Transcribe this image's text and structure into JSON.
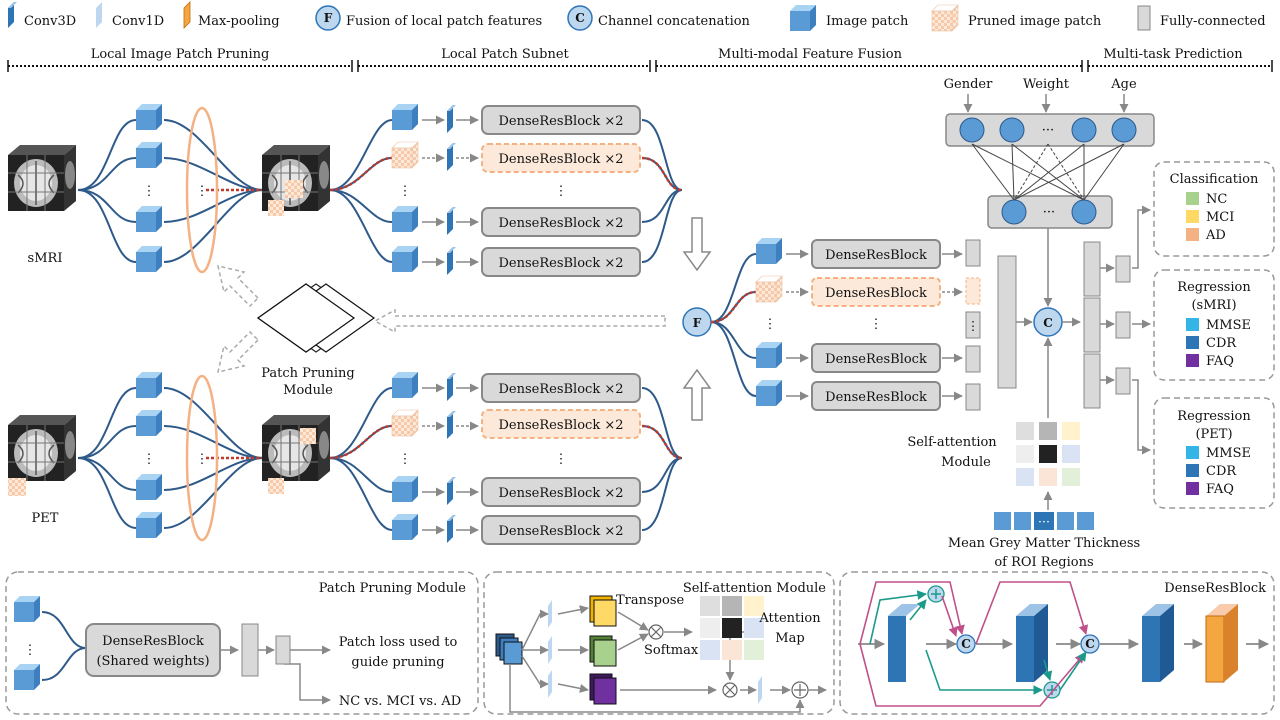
{
  "legend": {
    "conv3d": "Conv3D",
    "conv1d": "Conv1D",
    "maxpool": "Max-pooling",
    "fusion_symbol": "F",
    "fusion": "Fusion of local patch features",
    "concat_symbol": "C",
    "concat": "Channel concatenation",
    "image_patch": "Image patch",
    "pruned_patch": "Pruned image patch",
    "fc": "Fully-connected"
  },
  "sections": {
    "pruning": "Local Image Patch Pruning",
    "subnet": "Local Patch Subnet",
    "fusion": "Multi-modal Feature Fusion",
    "prediction": "Multi-task Prediction"
  },
  "modalities": {
    "smri": "sMRI",
    "pet": "PET"
  },
  "blocks": {
    "dense_x2": "DenseResBlock ×2",
    "dense": "DenseResBlock",
    "ellipsis": "⋮",
    "dots": "···"
  },
  "pruning_module": {
    "line1": "Patch Pruning",
    "line2": "Module"
  },
  "demographics": {
    "gender": "Gender",
    "weight": "Weight",
    "age": "Age"
  },
  "self_attention": {
    "line1": "Self-attention",
    "line2": "Module"
  },
  "roi": {
    "line1": "Mean Grey Matter Thickness",
    "line2": "of ROI Regions"
  },
  "outputs": {
    "classification": {
      "title": "Classification",
      "items": [
        "NC",
        "MCI",
        "AD"
      ]
    },
    "regression_smri": {
      "title": "Regression",
      "subtitle": "(sMRI)",
      "items": [
        "MMSE",
        "CDR",
        "FAQ"
      ]
    },
    "regression_pet": {
      "title": "Regression",
      "subtitle": "(PET)",
      "items": [
        "MMSE",
        "CDR",
        "FAQ"
      ]
    }
  },
  "bottom": {
    "ppm_title": "Patch Pruning Module",
    "shared_line1": "DenseResBlock",
    "shared_line2": "(Shared weights)",
    "patch_loss_line1": "Patch loss used to",
    "patch_loss_line2": "guide pruning",
    "ppm_classes": "NC vs. MCI vs. AD",
    "sa_title": "Self-attention Module",
    "transpose": "Transpose",
    "softmax": "Softmax",
    "attention_line1": "Attention",
    "attention_line2": "Map",
    "drb_title": "DenseResBlock"
  },
  "colors": {
    "nc": "#a9d18e",
    "mci": "#ffd966",
    "ad": "#f4b183",
    "mmse": "#33b5e5",
    "cdr": "#2e75b6",
    "faq": "#7030a0",
    "patch": "#5b9bd5",
    "conv3d": "#2e75b6",
    "maxpool": "#f4a640",
    "pruned_border": "#f4b183"
  }
}
